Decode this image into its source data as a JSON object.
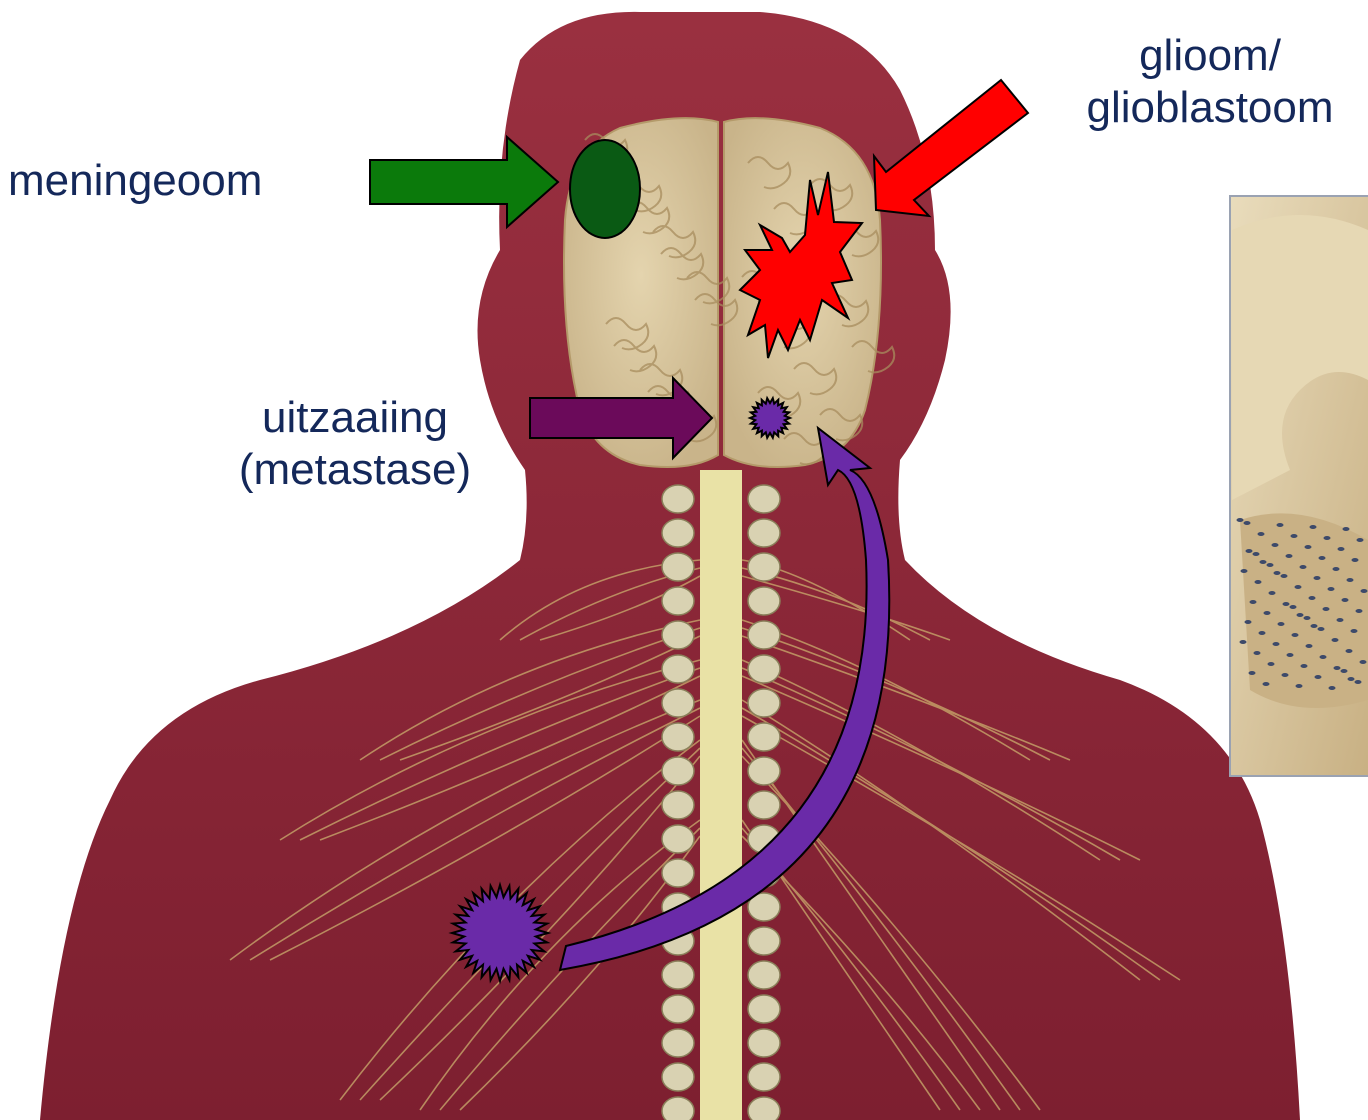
{
  "labels": {
    "meningioma": "meningeoom",
    "glioma_line1": "glioom/",
    "glioma_line2": "glioblastoom",
    "metastasis_line1": "uitzaaiing",
    "metastasis_line2": "(metastase)"
  },
  "colors": {
    "label_text": "#14285a",
    "meningioma": "#0b7a0b",
    "meningioma_dark": "#0a5a14",
    "glioma": "#ff0000",
    "metastasis_arrow": "#6b0a5a",
    "metastasis_spot": "#6a2aa8",
    "body": "#8a2536",
    "brain": "#d8c7a0",
    "spine": "#e8df9a"
  }
}
